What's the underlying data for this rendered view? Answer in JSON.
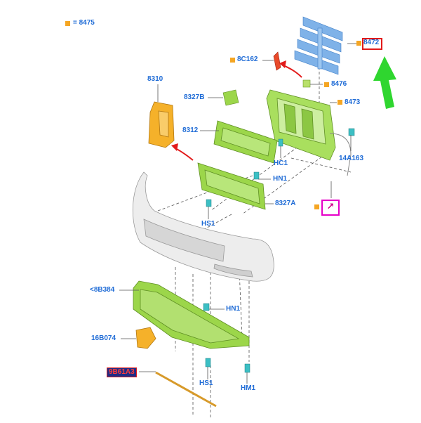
{
  "legend": {
    "text": "= 8475",
    "marker_color": "#f5a623"
  },
  "labels": {
    "p8472": "8472",
    "p8c162": "8C162",
    "p8476": "8476",
    "p8473": "8473",
    "p8310": "8310",
    "p8327b": "8327B",
    "p8312": "8312",
    "p14a163": "14A163",
    "hc1": "HC1",
    "hn1_top": "HN1",
    "p8327a": "8327A",
    "hs1_top": "HS1",
    "p8b384": "<8B384",
    "hn1_bottom": "HN1",
    "p16b074": "16B074",
    "hs1_bottom": "HS1",
    "hm1": "HM1",
    "highlighted_part": "9B61A3",
    "arrow_icon": "↗"
  },
  "colors": {
    "label_blue": "#1e6bd6",
    "part_green": "#9cd64a",
    "part_orange": "#f5b12a",
    "grille_blue": "#7fb2e8",
    "clip_teal": "#3cbfc4",
    "pointer_arrow_green": "#2fd62f",
    "red_arrow": "#e21b1b",
    "highlight_magenta": "#e600c8"
  }
}
